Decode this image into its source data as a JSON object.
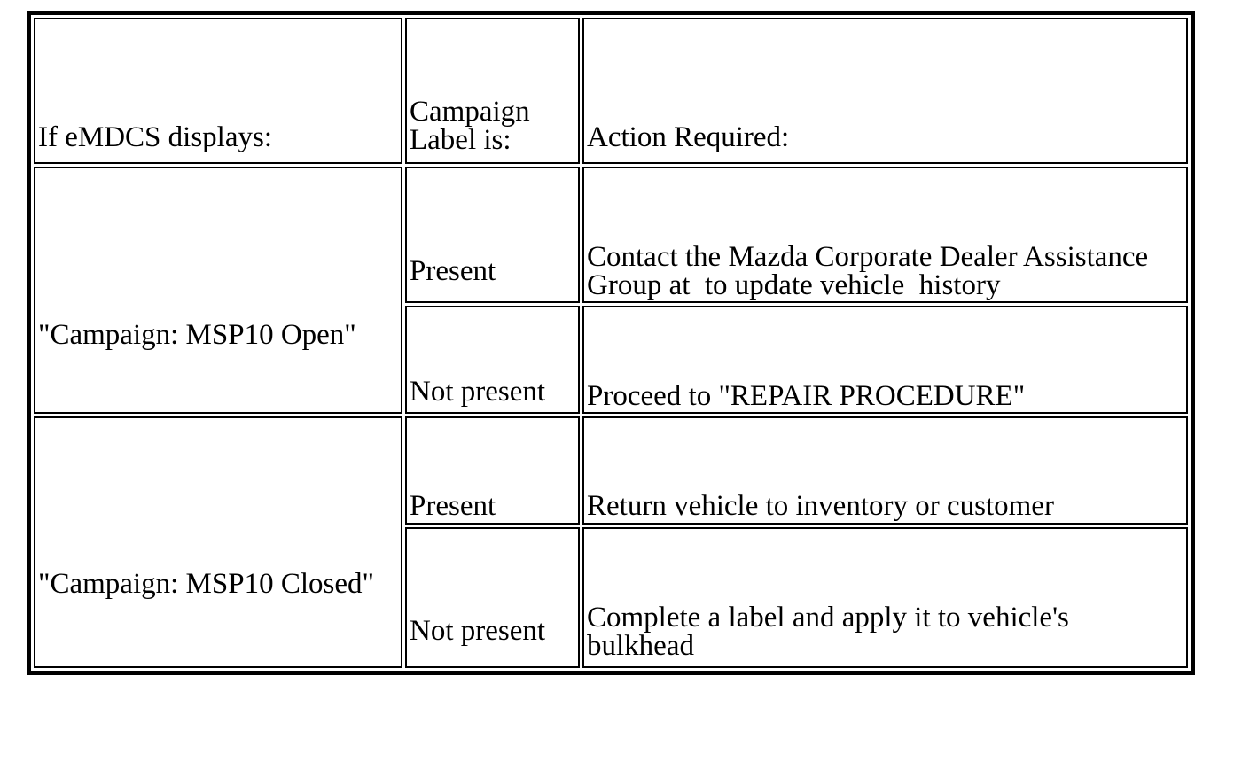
{
  "table": {
    "headers": [
      "If eMDCS displays:",
      "Campaign Label is:",
      "Action Required:"
    ],
    "groups": [
      {
        "campaign": "\"Campaign: MSP10 Open\"",
        "rows": [
          {
            "label": "Present",
            "action": "Contact the Mazda Corporate Dealer Assistance Group at  to update vehicle  history"
          },
          {
            "label": "Not present",
            "action": "Proceed to \"REPAIR PROCEDURE\""
          }
        ]
      },
      {
        "campaign": "\"Campaign: MSP10 Closed\"",
        "rows": [
          {
            "label": "Present",
            "action": "Return vehicle to inventory or customer"
          },
          {
            "label": "Not present",
            "action": "Complete a label and apply it to vehicle's bulkhead"
          }
        ]
      }
    ]
  }
}
